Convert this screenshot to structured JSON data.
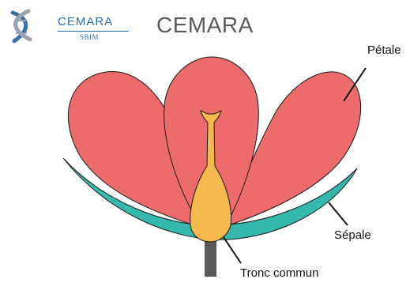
{
  "logo": {
    "name": "CEMARA",
    "subname": "SBIM"
  },
  "title": "CEMARA",
  "labels": {
    "petal": "Pétale",
    "sepal": "Sépale",
    "trunk": "Tronc commun"
  },
  "colors": {
    "petal": "#ed6b6b",
    "sepal": "#35b8ad",
    "pistil": "#f5b94d",
    "stem": "#5a5a5a",
    "brand": "#2f6fa6",
    "title": "#5a5a5a"
  }
}
